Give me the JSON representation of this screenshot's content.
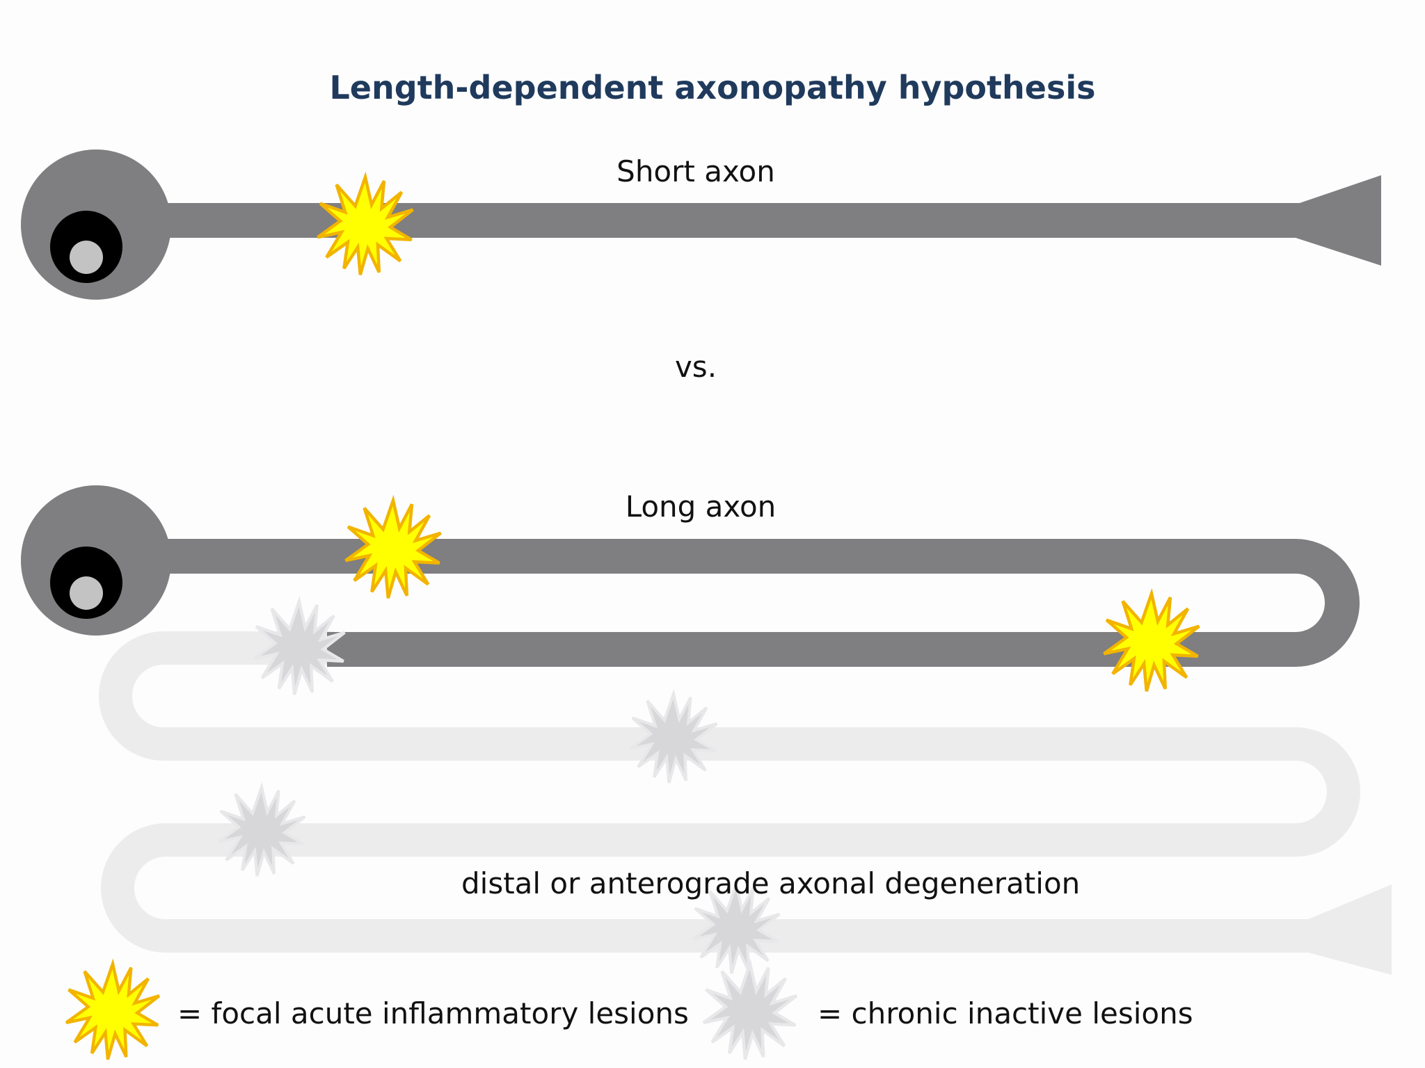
{
  "title": "Length-dependent axonopathy hypothesis",
  "labels": {
    "short_axon": "Short axon",
    "versus": "vs.",
    "long_axon": "Long axon",
    "degeneration": "distal or anterograde axonal degeneration"
  },
  "legend": {
    "acute": "= focal acute inflammatory lesions",
    "chronic": "= chronic inactive lesions"
  },
  "colors": {
    "axon": "#7f7e80",
    "ghost_axon": "#ececec",
    "nucleus": "#000000",
    "nucleolus": "#c3c3c3",
    "acute_fill": "#ffff00",
    "acute_stroke": "#f2b400",
    "chronic_fill": "#d7d7d9",
    "title": "#1f3a5c"
  },
  "icons": {
    "acute": "yellow-starburst-icon",
    "chronic": "grey-starburst-icon"
  }
}
